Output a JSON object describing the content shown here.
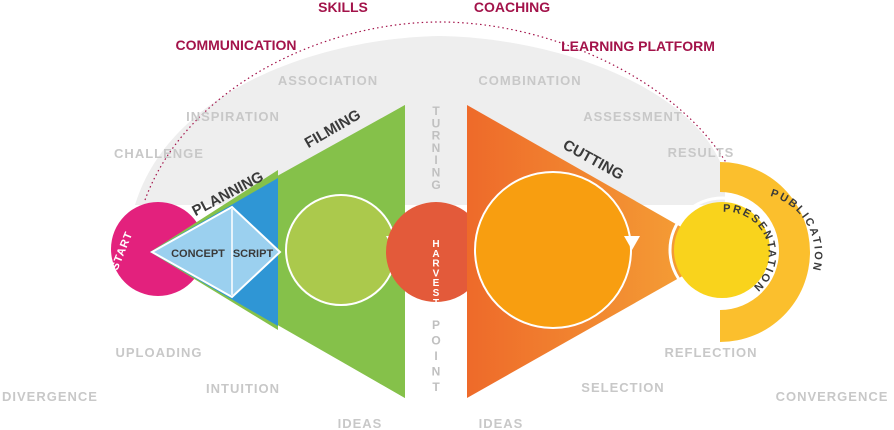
{
  "outer_top_labels": {
    "skills": "SKILLS",
    "coaching": "COACHING",
    "communication": "COMMUNICATION",
    "learning_platform": "LEARNING PLATFORM"
  },
  "side_labels": {
    "association": "ASSOCIATION",
    "combination": "COMBINATION",
    "inspiration": "INSPIRATION",
    "assessment": "ASSESSMENT",
    "challenge": "CHALLENGE",
    "results": "RESULTS",
    "uploading": "UPLOADING",
    "reflection": "REFLECTION",
    "intuition": "INTUITION",
    "selection": "SELECTION",
    "divergence": "DIVERGENCE",
    "convergence": "CONVERGENCE",
    "ideas_left": "IDEAS",
    "ideas_right": "IDEAS"
  },
  "stages": {
    "start": "START",
    "planning": "PLANNING",
    "concept": "CONCEPT",
    "script": "SCRIPT",
    "filming": "FILMING",
    "cutting": "CUTTING",
    "presentation": "PRESENTATION",
    "publication": "PUBLICATION"
  },
  "center_words": {
    "turning": "TURNING",
    "harvest": "HARVEST",
    "point": "POINT"
  },
  "colors": {
    "start": "#e3217d",
    "planning": "#2f96d5",
    "concept": "#9bd0ef",
    "filming": "#85c14a",
    "filming_circle": "#abc94c",
    "harvest": "#e35a3a",
    "cutting_start": "#ee6a2a",
    "cutting_end": "#f5a237",
    "cutting_circle": "#f89e10",
    "presentation": "#f9d31c",
    "publication": "#fbbf2d",
    "arc": "#eeeeee",
    "red_text": "#a3134a"
  }
}
